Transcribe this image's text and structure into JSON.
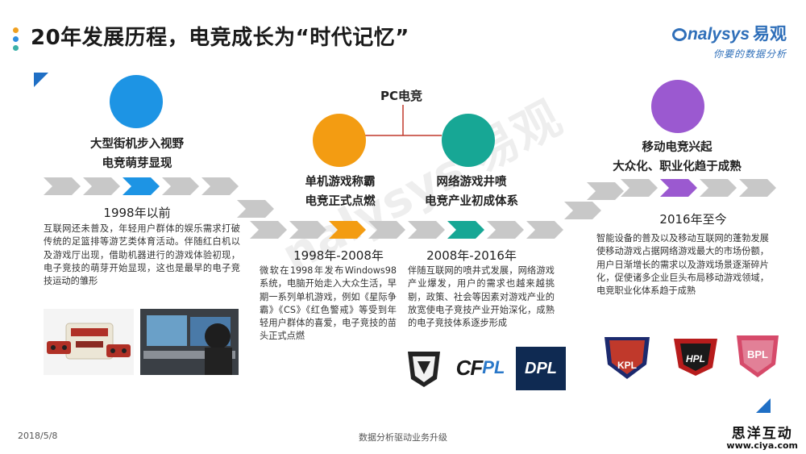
{
  "header": {
    "title": "20年发展历程，电竞成长为“时代记忆”",
    "brand_name": "nalysys",
    "brand_cn": "易观",
    "brand_slogan": "你要的数据分析",
    "dot_colors": [
      "#f0a020",
      "#2f8ee0",
      "#3bb0a8"
    ]
  },
  "pc_label": "PC电竞",
  "stages": [
    {
      "title_line1": "大型街机步入视野",
      "title_line2": "电竞萌芽显现",
      "year": "1998年以前",
      "desc": "互联网还未普及，年轻用户群体的娱乐需求打破传统的足篮排等游艺类体育活动。伴随红白机以及游戏厅出现，借助机器进行的游戏体验初现，电子竞技的萌芽开始显现，这也是最早的电子竞技运动的雏形",
      "color": "#1d94e4"
    },
    {
      "title_line1": "单机游戏称霸",
      "title_line2": "电竞正式点燃",
      "year": "1998年-2008年",
      "desc": "微软在1998年发布Windows98系统，电脑开始走入大众生活，早期一系列单机游戏，例如《星际争霸》《CS》《红色警戒》等受到年轻用户群体的喜爱，电子竞技的苗头正式点燃",
      "color": "#f39c12"
    },
    {
      "title_line1": "网络游戏井喷",
      "title_line2": "电竞产业初成体系",
      "year": "2008年-2016年",
      "desc": "伴随互联网的喷井式发展，网络游戏产业爆发，用户的需求也越来越挑剔，政策、社会等因素对游戏产业的放宽使电子竞技产业开始深化，成熟的电子竞技体系逐步形成",
      "color": "#17a795"
    },
    {
      "title_line1": "移动电竞兴起",
      "title_line2": "大众化、职业化趋于成熟",
      "year": "2016年至今",
      "desc": "智能设备的普及以及移动互联网的蓬勃发展使移动游戏占据网络游戏最大的市场份额，用户日渐增长的需求以及游戏场景逐渐碎片化，促使诸多企业巨头布局移动游戏领域，电竞职业化体系趋于成熟",
      "color": "#9b59d0"
    }
  ],
  "logos_pc": [
    "CF",
    "DPL"
  ],
  "logos_mobile": [
    "KPL",
    "HPL",
    "BPL"
  ],
  "watermark": "nalysys 易观",
  "footer": {
    "date": "2018/5/8",
    "center": "数据分析驱动业务升级",
    "mark_cn": "思洋互动",
    "mark_url": "www.ciya.com"
  },
  "colors": {
    "arrow_grey": "#c8c8c8",
    "corner_blue": "#1f6fc5"
  }
}
